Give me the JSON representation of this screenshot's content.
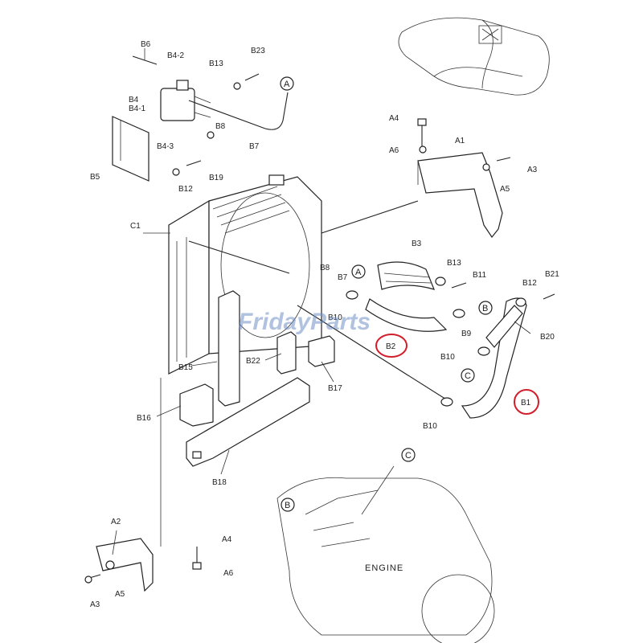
{
  "labels": {
    "b6": "B6",
    "b4_2": "B4-2",
    "b13_top": "B13",
    "b23": "B23",
    "b4": "B4",
    "b4_1": "B4-1",
    "b4_3": "B4-3",
    "b8_top": "B8",
    "b7_top": "B7",
    "b5": "B5",
    "b12_top": "B12",
    "b19": "B19",
    "a4_top": "A4",
    "a6_top": "A6",
    "a1": "A1",
    "a3_top": "A3",
    "a5_top": "A5",
    "c1": "C1",
    "b3": "B3",
    "b8_mid": "B8",
    "b13_mid": "B13",
    "b11": "B11",
    "b7_mid": "B7",
    "b10_mid": "B10",
    "b2": "B2",
    "b9": "B9",
    "b12_right": "B12",
    "b21": "B21",
    "b20": "B20",
    "b10_right": "B10",
    "b22": "B22",
    "b15": "B15",
    "b17": "B17",
    "b16": "B16",
    "b1": "B1",
    "b10_bottom": "B10",
    "b18": "B18",
    "a2": "A2",
    "a4_bottom": "A4",
    "a6_bottom": "A6",
    "a3_bottom": "A3",
    "a5_bottom": "A5"
  },
  "callouts": {
    "a_top": "A",
    "a_mid": "A",
    "b_mid": "B",
    "c_mid": "C",
    "c_engine": "C",
    "b_engine": "B"
  },
  "engine_label": "ENGINE",
  "watermark": "FridayParts",
  "colors": {
    "highlight_ring": "#d11e2a",
    "watermark": "#6f8fc4",
    "line": "#222222"
  }
}
